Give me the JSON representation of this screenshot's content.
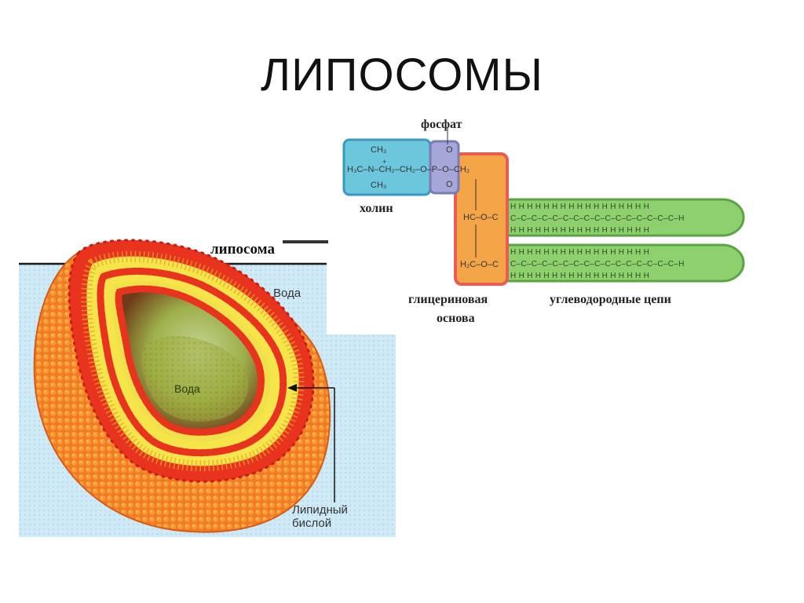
{
  "slide": {
    "title": "ЛИПОСОМЫ"
  },
  "liposome": {
    "label": "липосома",
    "water_outer": "Вода",
    "water_inner": "Вода",
    "bilayer_line1": "Липидный",
    "bilayer_line2": "бислой"
  },
  "molecule": {
    "phosphate_label": "фосфат",
    "choline_label": "холин",
    "glycerol_line1": "глицериновая",
    "glycerol_line2": "основа",
    "chains_label": "углеводородные цепи",
    "choline_formula": {
      "ch3_top": "CH₃",
      "ch3_bottom": "CH₃",
      "chain": "H₃C–N–CH₂–CH₂–O–P–O–CH₂",
      "plus": "+"
    },
    "phosphate_o_top": "O",
    "phosphate_o_bottom": "O",
    "glycerol_hc": "HC–O–C",
    "glycerol_h2c": "H₂C–O–C",
    "chain_h_row": "H H H H H H H H H H H H H H H H H",
    "chain_c_row": "C–C–C–C–C–C–C–C–C–C–C–C–C–C–C–C–H"
  },
  "colors": {
    "choline": "#6cc7dd",
    "phosphate": "#a6a7d8",
    "glycerol": "#f4a547",
    "glycerol_border": "#ea5b52",
    "chains": "#8fd06e",
    "water": "#c9e8f5",
    "lipid_head": "#e8331f",
    "lipid_tail": "#f5e54a"
  }
}
